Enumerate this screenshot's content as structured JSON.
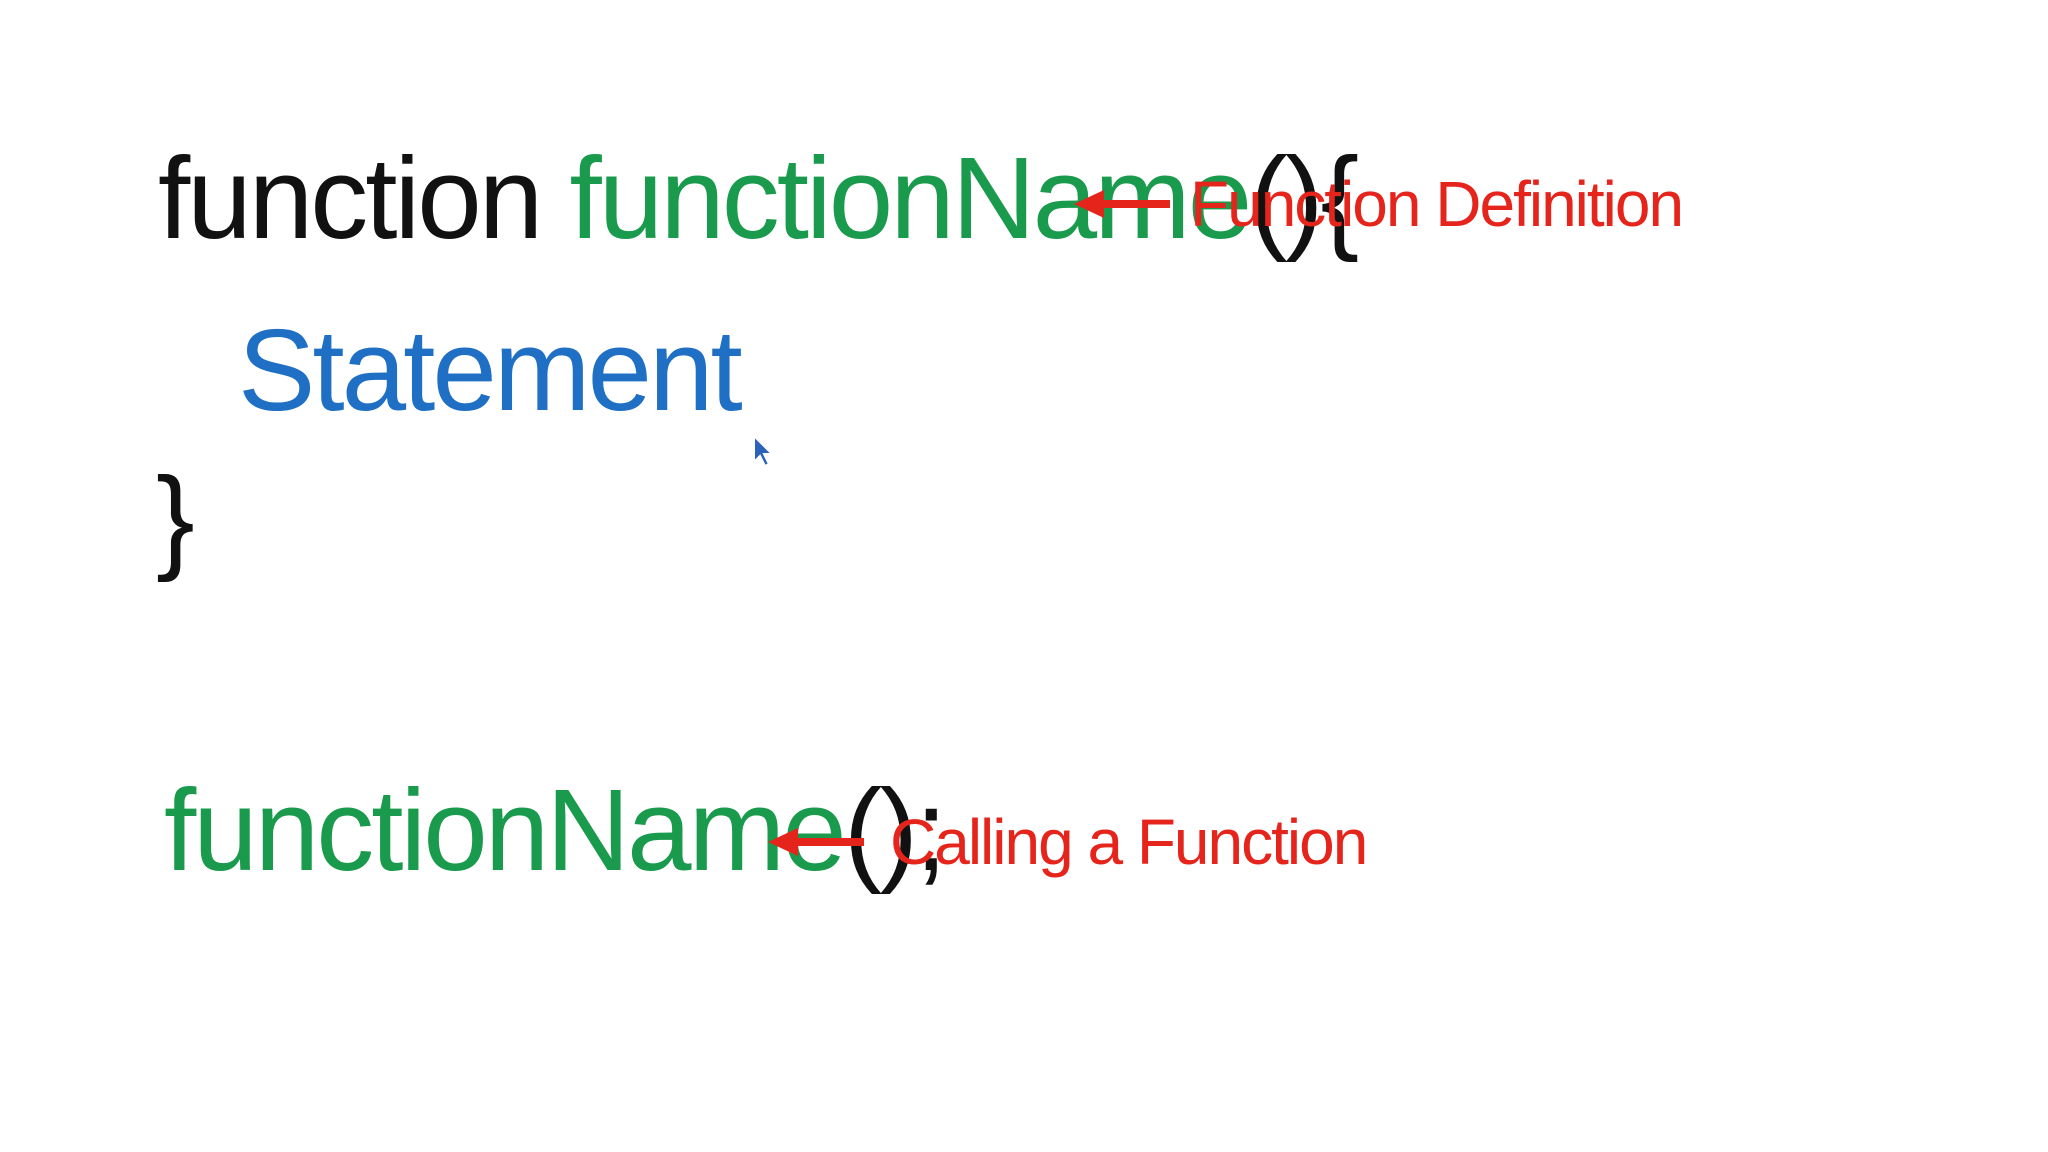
{
  "definition": {
    "keyword": "function",
    "name": "functionName",
    "open": "(){",
    "statement": "Statement",
    "close": "}",
    "annotation": "Function Definition"
  },
  "call": {
    "name": "functionName",
    "suffix": "();",
    "annotation": "Calling a Function"
  },
  "colors": {
    "keyword": "#111111",
    "function_name": "#1a9a4c",
    "statement": "#1f6fc4",
    "annotation": "#e5241c"
  },
  "icons": {
    "definition_arrow": "left-arrow-icon",
    "call_arrow": "left-arrow-icon",
    "cursor": "mouse-pointer-icon"
  }
}
